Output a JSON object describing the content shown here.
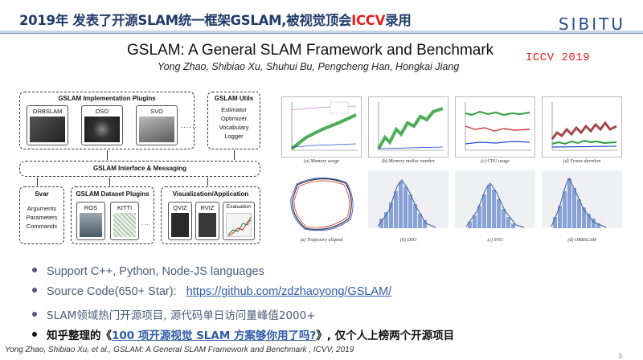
{
  "header": {
    "title_pre": "2019年 发表了开源SLAM统一框架GSLAM,被视觉顶会",
    "title_hl": "ICCV",
    "title_post": "录用",
    "logo": "SIBITU",
    "accent": "#e0201f",
    "brand": "#1f3b6b"
  },
  "paper": {
    "title": "GSLAM: A General SLAM Framework and Benchmark",
    "venue": "ICCV 2019",
    "authors": "Yong Zhao, Shibiao Xu, Shuhui Bu, Pengcheng Han, Hongkai Jiang"
  },
  "diagram": {
    "plugins_label": "GSLAM Implementation Plugins",
    "plugins": [
      "ORBSLAM",
      "DSO",
      "SVO"
    ],
    "utils_label": "GSLAM Utils",
    "utils": [
      "Estimator",
      "Optimizer",
      "Vocabulary",
      "Logger"
    ],
    "interface_label": "GSLAM Interface & Messaging",
    "svar_label": "Svar",
    "svar_items": [
      "Arguments",
      "Parameters",
      "Commands"
    ],
    "dataset_label": "GSLAM Dataset Plugins",
    "datasets": [
      "ROS",
      "KITTI"
    ],
    "vis_label": "Visualization/Application",
    "vis_items": [
      "QVIZ",
      "RVIZ",
      "Evaluation"
    ],
    "ellipsis": "......"
  },
  "figures": {
    "captions": [
      "(a) Memory usage",
      "(b) Memory malloc number",
      "(c) CPU usage",
      "(d) Frame duration",
      "(a) Trajectory aligned",
      "(b) DSO",
      "(c) SVO",
      "(d) ORBSLAM"
    ]
  },
  "bullets": {
    "b1": "Support C++, Python, Node-JS languages",
    "b2_label": "Source Code(650+ Star):",
    "b2_link": "https://github.com/zdzhaoyong/GSLAM/",
    "b3": "SLAM领域热门开源项目, 源代码单日访问量峰值2000+",
    "b4_pre": "知乎整理的《",
    "b4_link": "100 项开源视觉 SLAM 方案够你用了吗?",
    "b4_post": "》, 仅个人上榜两个开源项目"
  },
  "footer": {
    "citation": "Yong Zhao, Shibiao Xu, et al., GSLAM: A General SLAM Framework and Benchmark , ICVV, 2019",
    "page": "3"
  }
}
